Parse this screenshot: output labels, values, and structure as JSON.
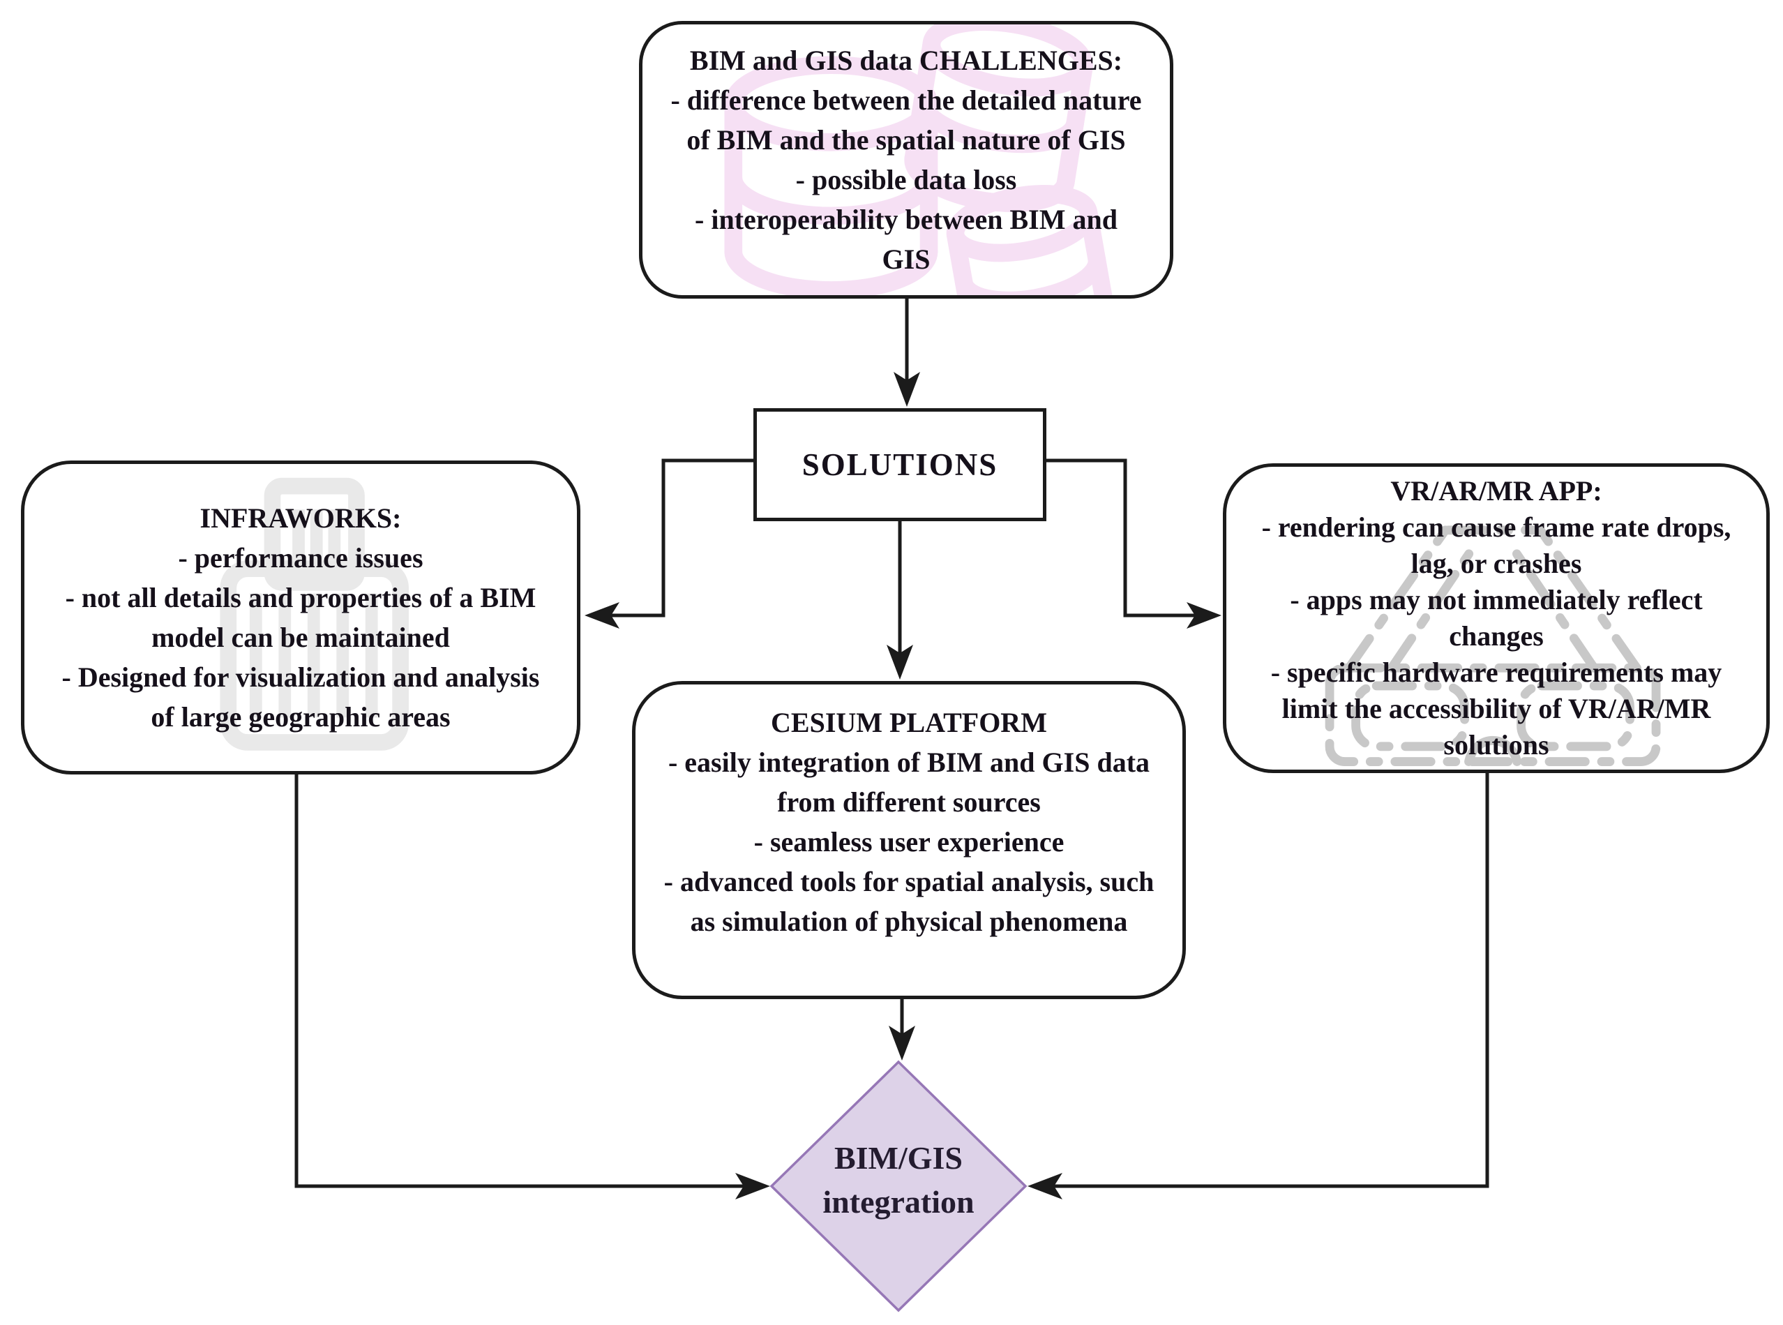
{
  "diagram": {
    "background_color": "#ffffff",
    "line_color": "#1b1b1b",
    "text_color": "#15101a",
    "nodes": {
      "challenges": {
        "shape": "rounded-rectangle",
        "icon": "database-stack-icon",
        "icon_color": "#f6e0f4",
        "lines": [
          "BIM and GIS data CHALLENGES:",
          "- difference between the detailed nature",
          "of BIM and the spatial nature of GIS",
          "- possible data loss",
          "- interoperability between BIM and",
          "GIS"
        ]
      },
      "solutions": {
        "shape": "rectangle",
        "label": "SOLUTIONS"
      },
      "infraworks": {
        "shape": "rounded-rectangle",
        "icon": "building-icon",
        "icon_color": "#e9e9e9",
        "lines": [
          "INFRAWORKS:",
          "- performance issues",
          "- not all details and properties of a BIM",
          "model can be maintained",
          "- Designed for visualization and analysis",
          "of large geographic areas"
        ]
      },
      "cesium": {
        "shape": "rounded-rectangle",
        "lines": [
          "CESIUM PLATFORM",
          "- easily integration of BIM and GIS data",
          "from different sources",
          "- seamless user experience",
          "- advanced tools for spatial analysis, such",
          "as simulation of physical phenomena"
        ]
      },
      "vr_ar_mr": {
        "shape": "rounded-rectangle",
        "icon": "vr-headset-icon",
        "icon_color": "#c8c8c8",
        "lines": [
          "VR/AR/MR APP:",
          "- rendering can cause frame rate drops,",
          "lag, or crashes",
          "- apps may not immediately reflect",
          "changes",
          "- specific hardware requirements may",
          "limit the accessibility of VR/AR/MR",
          "solutions"
        ]
      },
      "integration": {
        "shape": "diamond",
        "fill_color": "#ddd2e8",
        "border_color": "#9677b6",
        "lines": [
          "BIM/GIS",
          "integration"
        ]
      }
    },
    "edges": [
      {
        "from": "challenges",
        "to": "solutions",
        "direction": "down"
      },
      {
        "from": "solutions",
        "to": "infraworks",
        "direction": "left-down"
      },
      {
        "from": "solutions",
        "to": "vr_ar_mr",
        "direction": "right-down"
      },
      {
        "from": "solutions",
        "to": "cesium",
        "direction": "down"
      },
      {
        "from": "cesium",
        "to": "integration",
        "direction": "down"
      },
      {
        "from": "infraworks",
        "to": "integration",
        "direction": "down-right"
      },
      {
        "from": "vr_ar_mr",
        "to": "integration",
        "direction": "down-left"
      }
    ]
  }
}
